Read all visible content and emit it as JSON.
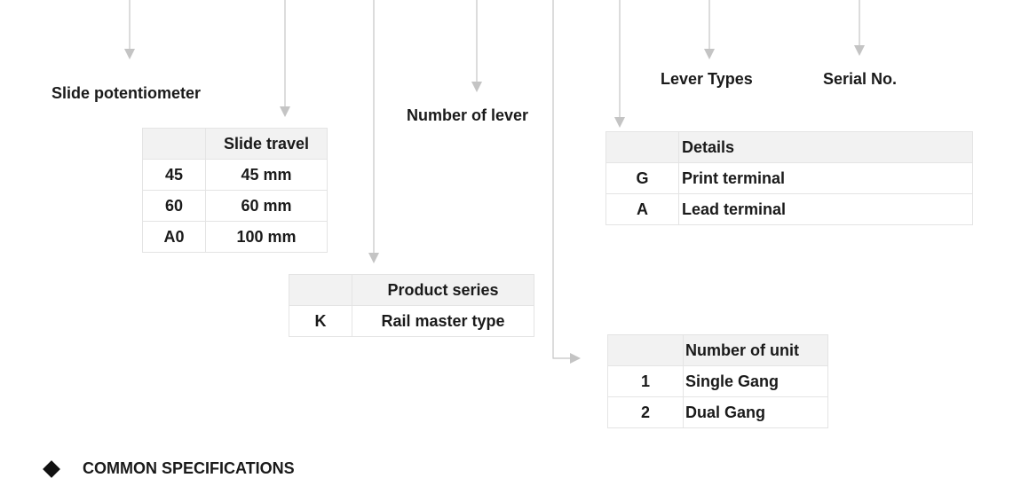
{
  "labels": {
    "slide_potentiometer": "Slide potentiometer",
    "number_of_lever": "Number of lever",
    "lever_types": "Lever Types",
    "serial_no": "Serial No."
  },
  "slide_travel_table": {
    "header": [
      "",
      "Slide travel"
    ],
    "rows": [
      [
        "45",
        "45 mm"
      ],
      [
        "60",
        "60 mm"
      ],
      [
        "A0",
        "100 mm"
      ]
    ]
  },
  "product_series_table": {
    "header": [
      "",
      "Product series"
    ],
    "rows": [
      [
        "K",
        "Rail master type"
      ]
    ]
  },
  "details_table": {
    "header": [
      "",
      "Details"
    ],
    "rows": [
      [
        "G",
        "Print terminal"
      ],
      [
        "A",
        "Lead terminal"
      ]
    ]
  },
  "number_of_unit_table": {
    "header": [
      "",
      "Number of unit"
    ],
    "rows": [
      [
        "1",
        "Single Gang"
      ],
      [
        "2",
        "Dual Gang"
      ]
    ]
  },
  "section": {
    "title": "COMMON SPECIFICATIONS"
  },
  "colors": {
    "line": "#bdbdbd",
    "header_bg": "#f2f2f2",
    "border": "#e4e4e4",
    "text": "#1a1a1a"
  }
}
